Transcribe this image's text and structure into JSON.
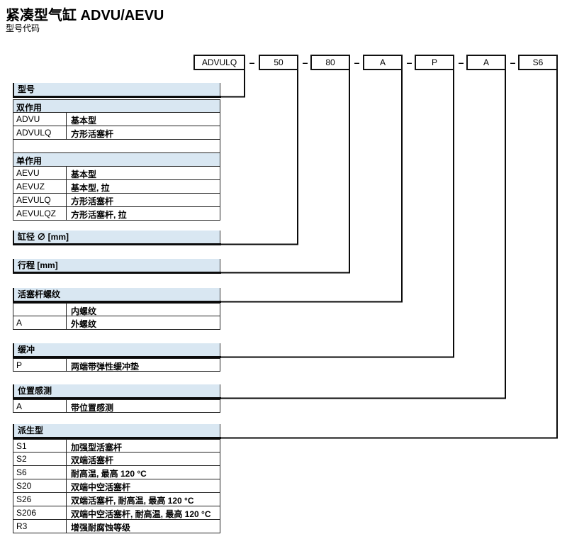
{
  "header": {
    "title": "紧凑型气缸 ADVU/AEVU",
    "subtitle": "型号代码"
  },
  "code": {
    "boxes": [
      "ADVULQ",
      "50",
      "80",
      "A",
      "P",
      "A",
      "S6"
    ],
    "separator": "–"
  },
  "sections": {
    "model": {
      "title": "型号",
      "double_acting": {
        "title": "双作用",
        "rows": [
          {
            "code": "ADVU",
            "desc": "基本型"
          },
          {
            "code": "ADVULQ",
            "desc": "方形活塞杆"
          }
        ]
      },
      "single_acting": {
        "title": "单作用",
        "rows": [
          {
            "code": "AEVU",
            "desc": "基本型"
          },
          {
            "code": "AEVUZ",
            "desc": "基本型, 拉"
          },
          {
            "code": "AEVULQ",
            "desc": "方形活塞杆"
          },
          {
            "code": "AEVULQZ",
            "desc": "方形活塞杆, 拉"
          }
        ]
      }
    },
    "bore": {
      "title": "缸径 ∅ [mm]"
    },
    "stroke": {
      "title": "行程 [mm]"
    },
    "rod_thread": {
      "title": "活塞杆螺纹",
      "rows": [
        {
          "code": "",
          "desc": "内螺纹"
        },
        {
          "code": "A",
          "desc": "外螺纹"
        }
      ]
    },
    "cushioning": {
      "title": "缓冲",
      "rows": [
        {
          "code": "P",
          "desc": "两端带弹性缓冲垫"
        }
      ]
    },
    "position_sensing": {
      "title": "位置感测",
      "rows": [
        {
          "code": "A",
          "desc": "带位置感测"
        }
      ]
    },
    "variants": {
      "title": "派生型",
      "rows": [
        {
          "code": "S1",
          "desc": "加强型活塞杆"
        },
        {
          "code": "S2",
          "desc": "双端活塞杆"
        },
        {
          "code": "S6",
          "desc": "耐高温, 最高 120 °C"
        },
        {
          "code": "S20",
          "desc": "双端中空活塞杆"
        },
        {
          "code": "S26",
          "desc": "双端活塞杆, 耐高温, 最高 120 °C"
        },
        {
          "code": "S206",
          "desc": "双端中空活塞杆, 耐高温, 最高 120 °C"
        },
        {
          "code": "R3",
          "desc": "增强耐腐蚀等级"
        }
      ]
    }
  },
  "colors": {
    "header_bg": "#d9e7f2",
    "border": "#111111"
  }
}
